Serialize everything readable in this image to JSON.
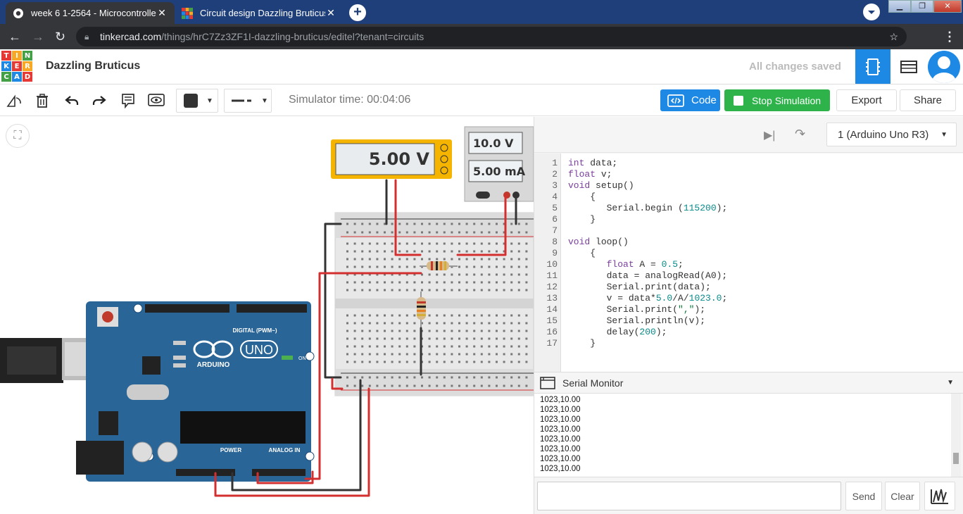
{
  "browser": {
    "tabs": [
      {
        "title": "week 6 1-2564 - Microcontroller",
        "active": true
      },
      {
        "title": "Circuit design Dazzling Bruticus |",
        "active": false
      }
    ],
    "url_host": "tinkercad.com",
    "url_path": "/things/hrC7Zz3ZF1I-dazzling-bruticus/editel?tenant=circuits"
  },
  "app": {
    "logo_letters": [
      "T",
      "I",
      "N",
      "K",
      "E",
      "R",
      "C",
      "A",
      "D"
    ],
    "design_title": "Dazzling Bruticus",
    "save_status": "All changes saved"
  },
  "toolbar": {
    "sim_time": "Simulator time: 00:04:06",
    "code_label": "Code",
    "stop_label": "Stop Simulation",
    "export_label": "Export",
    "share_label": "Share"
  },
  "circuit": {
    "multimeter_reading": "5.00 V",
    "power_supply_voltage": "10.0 V",
    "power_supply_current": "5.00 mA",
    "arduino_brand": "ARDUINO",
    "arduino_model": "UNO",
    "digital_label": "DIGITAL (PWM~)",
    "power_label": "POWER",
    "analog_label": "ANALOG IN",
    "on_label": "ON"
  },
  "code_panel": {
    "device": "1 (Arduino Uno R3)",
    "serial_title": "Serial Monitor",
    "send_label": "Send",
    "clear_label": "Clear",
    "serial_lines": [
      "1023,10.00",
      "1023,10.00",
      "1023,10.00",
      "1023,10.00",
      "1023,10.00",
      "1023,10.00",
      "1023,10.00",
      "1023,10.00"
    ]
  },
  "colors": {
    "accent_blue": "#1e88e5",
    "stop_green": "#2db34a",
    "arduino_blue": "#2a6597",
    "multimeter_yellow": "#f4b400"
  }
}
